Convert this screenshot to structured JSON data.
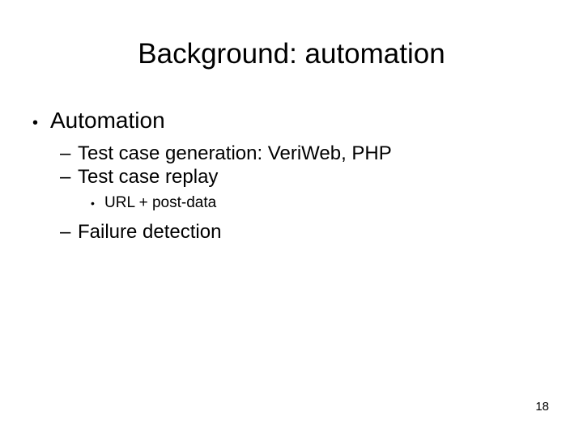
{
  "slide": {
    "title": "Background: automation",
    "number": "18",
    "background_color": "#ffffff",
    "text_color": "#000000",
    "bullets": [
      {
        "level": 1,
        "marker": "•",
        "text": "Automation"
      },
      {
        "level": 2,
        "marker": "–",
        "text": "Test case generation: VeriWeb, PHP"
      },
      {
        "level": 2,
        "marker": "–",
        "text": "Test case replay"
      },
      {
        "level": 3,
        "marker": "•",
        "text": "URL + post-data"
      },
      {
        "level": 2,
        "marker": "–",
        "text": "Failure detection"
      }
    ]
  }
}
